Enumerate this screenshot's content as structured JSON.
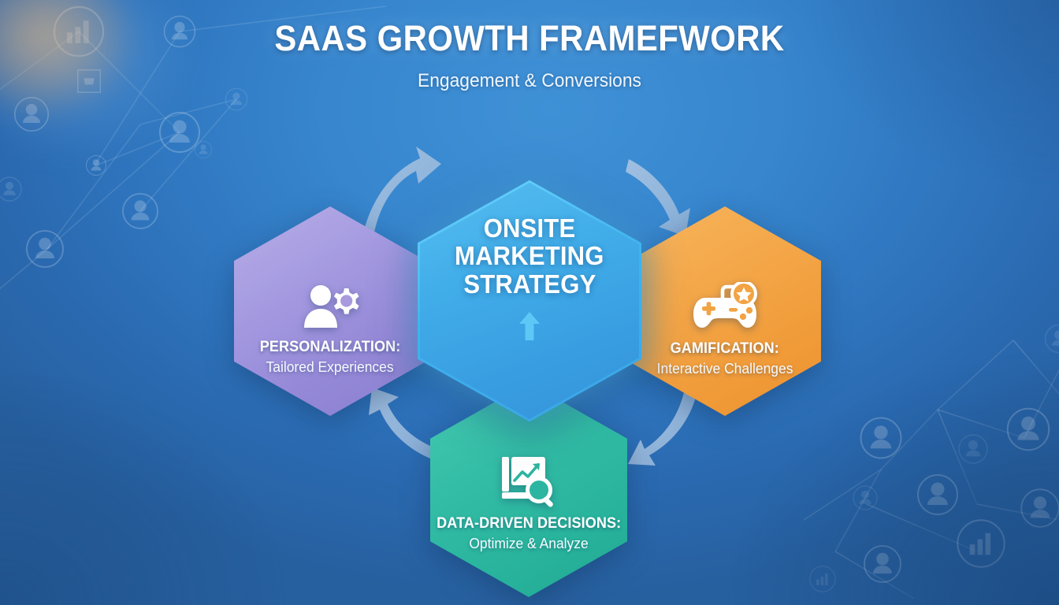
{
  "header": {
    "title": "SAAS GROWTH FRAMEFWORK",
    "subtitle": "Engagement & Conversions"
  },
  "center": {
    "line1": "ONSITE",
    "line2": "MARKETING",
    "line3": "STRATEGY",
    "icon": "up-arrow-icon",
    "color": "#3aa0e2",
    "glow_color": "#6fd6ff"
  },
  "nodes": [
    {
      "id": "personalization",
      "title": "PERSONALIZATION:",
      "subtitle": "Tailored Experiences",
      "icon": "person-gear-icon",
      "color": "#9b8ed8",
      "position": "left"
    },
    {
      "id": "gamification",
      "title": "GAMIFICATION:",
      "subtitle": "Interactive Challenges",
      "icon": "gamepad-star-icon",
      "color": "#f2a343",
      "position": "right"
    },
    {
      "id": "data-driven-decisions",
      "title": "DATA-DRIVEN DECISIONS:",
      "subtitle": "Optimize & Analyze",
      "icon": "chart-magnifier-icon",
      "color": "#2cb5a0",
      "position": "bottom"
    }
  ],
  "arrows": [
    {
      "id": "personalization-to-center",
      "from": "personalization",
      "to": "center",
      "direction": "up-right"
    },
    {
      "id": "center-to-gamification",
      "from": "center",
      "to": "gamification",
      "direction": "down-right"
    },
    {
      "id": "gamification-to-data",
      "from": "gamification",
      "to": "data-driven-decisions",
      "direction": "down-left"
    },
    {
      "id": "data-to-personalization",
      "from": "data-driven-decisions",
      "to": "personalization",
      "direction": "up-left"
    }
  ],
  "background": {
    "base_color": "#2d78c4",
    "accent_color": "#3f91d6",
    "motif": "network-nodes"
  }
}
